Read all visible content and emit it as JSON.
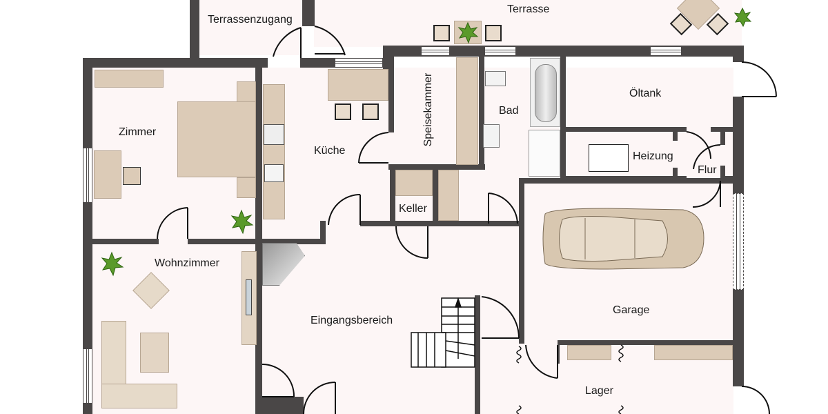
{
  "plan": {
    "type": "floor-plan",
    "colors": {
      "wall": "#4a4747",
      "floor": "#fdf6f6",
      "furniture": "#dccbb7",
      "plant": "#5a9a2a"
    },
    "rooms": [
      {
        "id": "terrassenzugang",
        "label": "Terrassenzugang"
      },
      {
        "id": "terrasse",
        "label": "Terrasse"
      },
      {
        "id": "zimmer",
        "label": "Zimmer"
      },
      {
        "id": "kueche",
        "label": "Küche"
      },
      {
        "id": "speisekammer",
        "label": "Speisekammer"
      },
      {
        "id": "bad",
        "label": "Bad"
      },
      {
        "id": "oeltank",
        "label": "Öltank"
      },
      {
        "id": "heizung",
        "label": "Heizung"
      },
      {
        "id": "flur",
        "label": "Flur"
      },
      {
        "id": "keller",
        "label": "Keller"
      },
      {
        "id": "wohnzimmer",
        "label": "Wohnzimmer"
      },
      {
        "id": "eingangsbereich",
        "label": "Eingangsbereich"
      },
      {
        "id": "garage",
        "label": "Garage"
      },
      {
        "id": "lager",
        "label": "Lager"
      }
    ]
  }
}
